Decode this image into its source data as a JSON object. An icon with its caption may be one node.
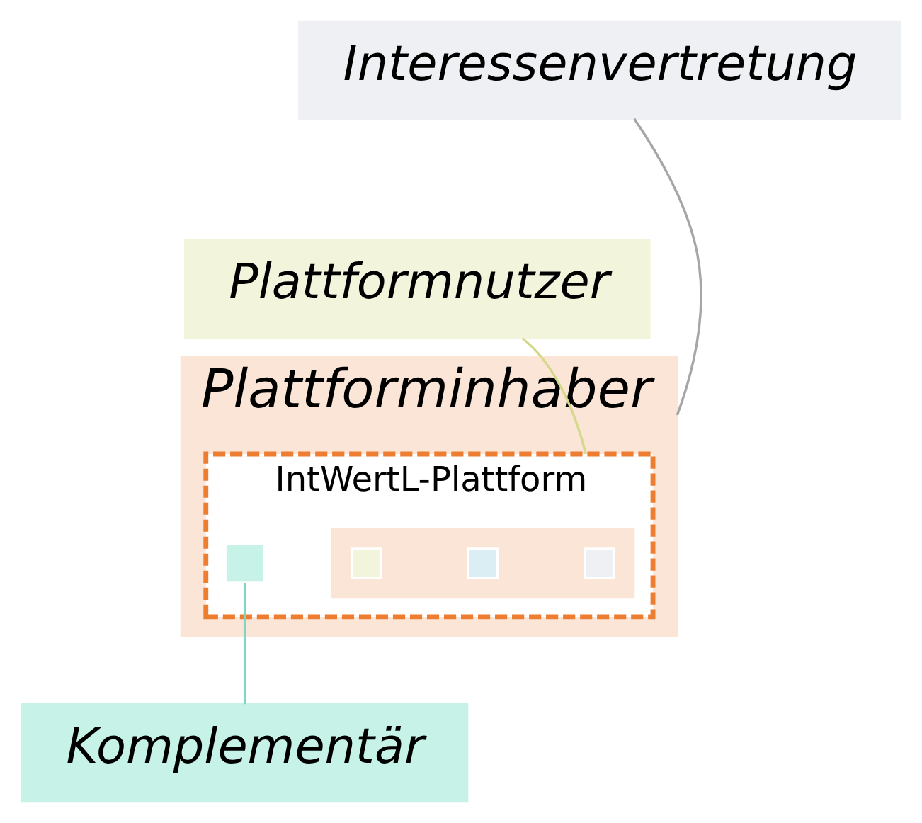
{
  "diagram": {
    "nodes": [
      {
        "text": [
          "Interessenvertretung"
        ]
      },
      {
        "text": [
          "Plattformnutzer"
        ]
      },
      {
        "text": [
          "Plattforminhaber"
        ]
      },
      {
        "text": [
          "IntWertL-Plattform"
        ],
        "in": 2
      },
      {
        "text": [],
        "shape": "box",
        "in": 3
      },
      {
        "text": [],
        "shape": "box",
        "in": 4
      },
      {
        "text": [],
        "shape": "box",
        "in": 4
      },
      {
        "text": [],
        "shape": "box",
        "in": 4
      },
      {
        "text": [],
        "shape": "box",
        "in": 3
      },
      {
        "text": [
          "Komplementär"
        ]
      }
    ],
    "edges": [
      {
        "from": 0,
        "to": 2,
        "arrow": "none",
        "color": "#a6a6a6"
      },
      {
        "from": 1,
        "to": 3,
        "arrow": "none",
        "color": "#d4d98c"
      },
      {
        "from": 9,
        "to": 8,
        "arrow": "none",
        "color": "#7fd6c4"
      }
    ]
  }
}
